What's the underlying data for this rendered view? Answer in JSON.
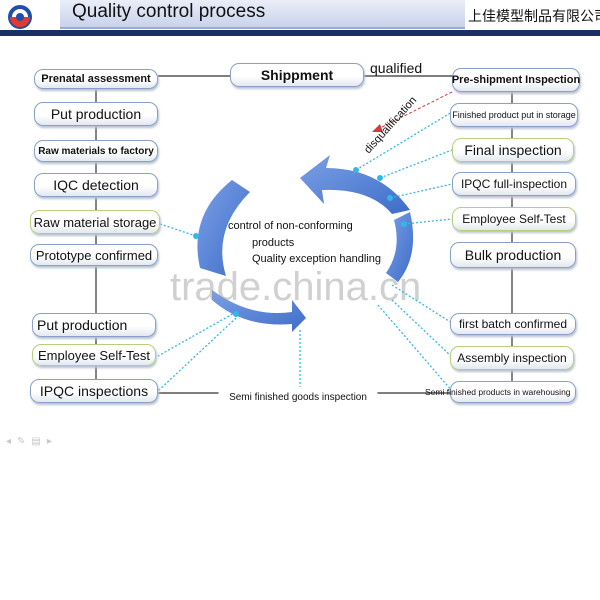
{
  "header": {
    "title": "Quality control process",
    "company": "上佳模型制品有限公司"
  },
  "left_steps": [
    "Prenatal assessment",
    "Put production",
    "Raw materials to factory",
    "IQC detection",
    "Raw material storage",
    "Prototype confirmed",
    "Put  production",
    "Employee Self-Test",
    "IPQC inspections"
  ],
  "right_steps": [
    "Pre-shipment Inspection",
    "Finished product put in storage",
    "Final inspection",
    "IPQC full-inspection",
    "Employee Self-Test",
    "Bulk production",
    "first batch confirmed",
    "Assembly inspection",
    "Semi finished products in warehousing"
  ],
  "top": {
    "shipment": "Shippment",
    "qualified": "qualified",
    "disqualification": "disqualification"
  },
  "bottom": {
    "semi_inspection": "Semi finished goods inspection"
  },
  "center": {
    "line1": "control of non-conforming",
    "line2": "products",
    "line3": "Quality exception handling"
  },
  "watermark": "trade.china.cn",
  "colors": {
    "arrow_blue": "#5b86d6",
    "dotted_link": "#33b7e6",
    "header_bar": "#1a2f66"
  }
}
